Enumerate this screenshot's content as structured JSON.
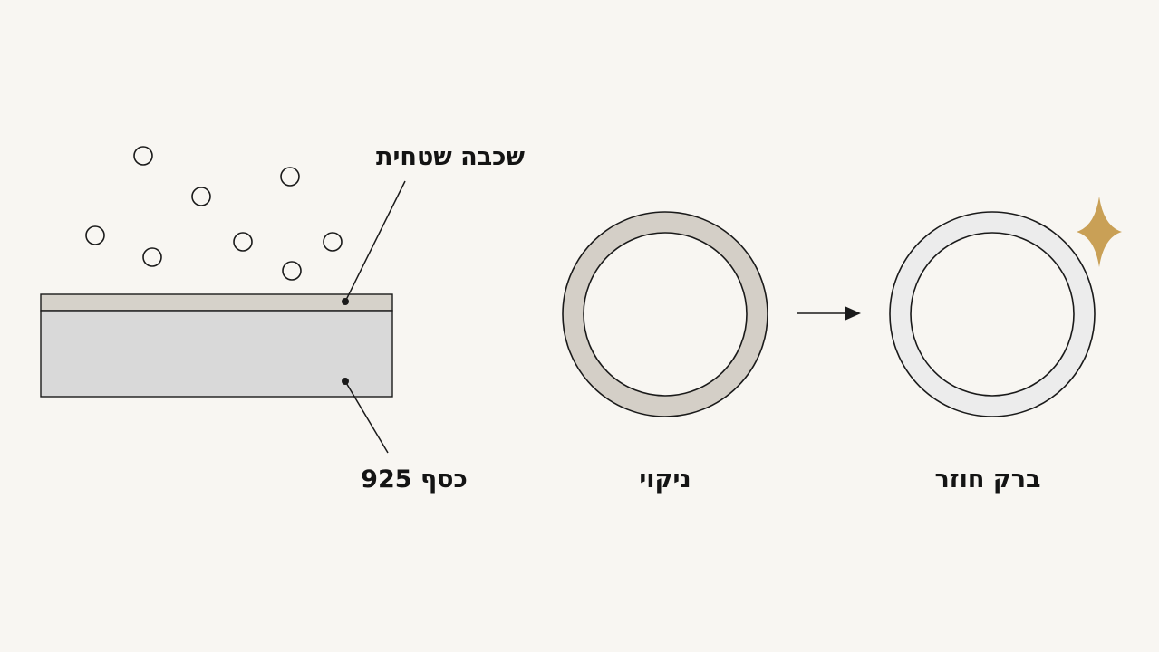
{
  "labels": {
    "surface_layer": "שכבה שטחית",
    "silver_925": "כסף 925",
    "cleaning": "ניקוי",
    "shine_returns": "ברק חוזר"
  },
  "icons": {
    "particles": "particle-circle",
    "arrow": "arrow-right-icon",
    "sparkle": "sparkle-icon"
  },
  "colors": {
    "background": "#f8f6f2",
    "surface_layer": "#d6d2ca",
    "silver_body": "#d9d9d9",
    "tarnished_ring": "#d4cfc7",
    "clean_ring": "#ececec",
    "sparkle": "#c9a056",
    "line": "#1a1a1a"
  }
}
